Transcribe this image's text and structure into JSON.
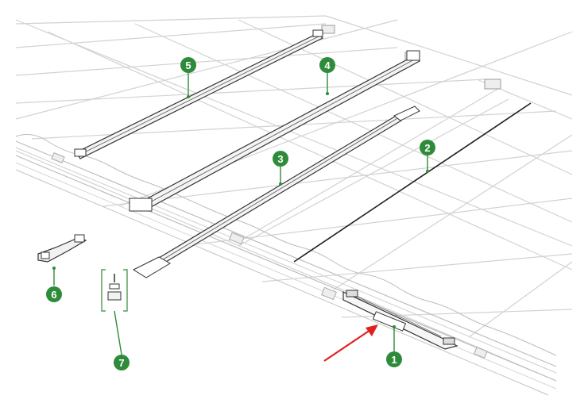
{
  "callouts": [
    {
      "label": "1",
      "part": "base-plate"
    },
    {
      "label": "2",
      "part": "tension-cable"
    },
    {
      "label": "3",
      "part": "crossbar"
    },
    {
      "label": "4",
      "part": "crossbar"
    },
    {
      "label": "5",
      "part": "crossbar"
    },
    {
      "label": "6",
      "part": "end-bracket"
    },
    {
      "label": "7",
      "part": "fastener-kit"
    }
  ],
  "colors": {
    "callout_badge": "#2e8b3a",
    "leader_line": "#2e8b3a",
    "pointer_arrow": "#e02020",
    "roof_lines": "#cfcfcf",
    "part_lines": "#333333"
  },
  "icons": {
    "pointer": "red-arrow-icon"
  }
}
